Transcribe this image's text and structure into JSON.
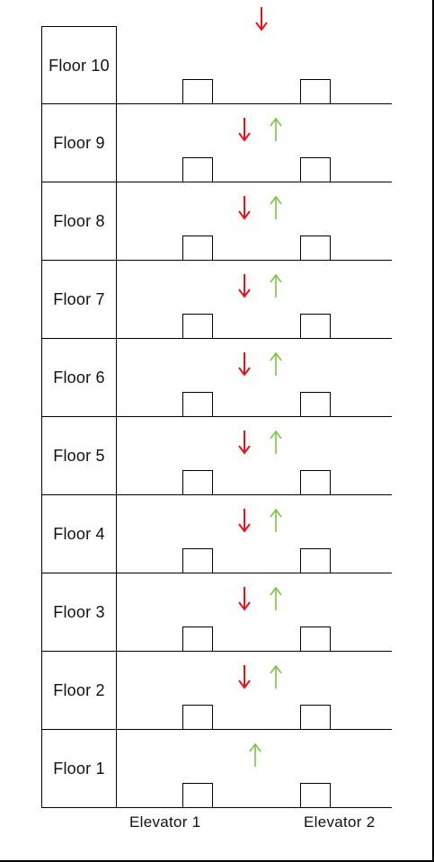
{
  "floors": [
    {
      "label": "Floor 10",
      "down": true,
      "up": false
    },
    {
      "label": "Floor 9",
      "down": true,
      "up": true
    },
    {
      "label": "Floor 8",
      "down": true,
      "up": true
    },
    {
      "label": "Floor 7",
      "down": true,
      "up": true
    },
    {
      "label": "Floor 6",
      "down": true,
      "up": true
    },
    {
      "label": "Floor 5",
      "down": true,
      "up": true
    },
    {
      "label": "Floor 4",
      "down": true,
      "up": true
    },
    {
      "label": "Floor 3",
      "down": true,
      "up": true
    },
    {
      "label": "Floor 2",
      "down": true,
      "up": true
    },
    {
      "label": "Floor 1",
      "down": false,
      "up": true
    }
  ],
  "elevators": {
    "e1_label": "Elevator 1",
    "e2_label": "Elevator 2"
  },
  "colors": {
    "down_arrow": "#e0141c",
    "up_arrow": "#7dc24a",
    "lines": "#000000"
  },
  "icons": {
    "down": "arrow-down-icon",
    "up": "arrow-up-icon"
  }
}
